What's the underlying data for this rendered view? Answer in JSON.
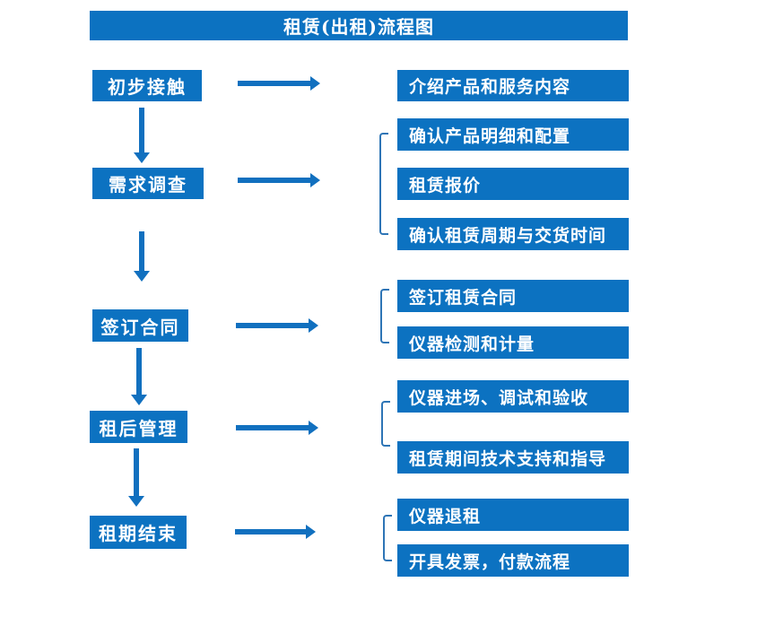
{
  "title": "租赁(出租)流程图",
  "colors": {
    "box_blue": "#0c72c1",
    "arrow_blue": "#1170bf",
    "bracket_blue": "#2e75b6",
    "text_white": "#ffffff",
    "background": "#ffffff"
  },
  "stages": [
    {
      "label": "初步接触",
      "details": [
        "介绍产品和服务内容"
      ]
    },
    {
      "label": "需求调查",
      "details": [
        "确认产品明细和配置",
        "租赁报价",
        "确认租赁周期与交货时间"
      ]
    },
    {
      "label": "签订合同",
      "details": [
        "签订租赁合同",
        "仪器检测和计量"
      ]
    },
    {
      "label": "租后管理",
      "details": [
        "仪器进场、调试和验收",
        "租赁期间技术支持和指导"
      ]
    },
    {
      "label": "租期结束",
      "details": [
        "仪器退租",
        "开具发票，付款流程"
      ]
    }
  ],
  "icons": {
    "right_arrow": "arrow pointing right connector",
    "down_arrow": "arrow pointing down connector",
    "bracket": "group bracket connector"
  }
}
